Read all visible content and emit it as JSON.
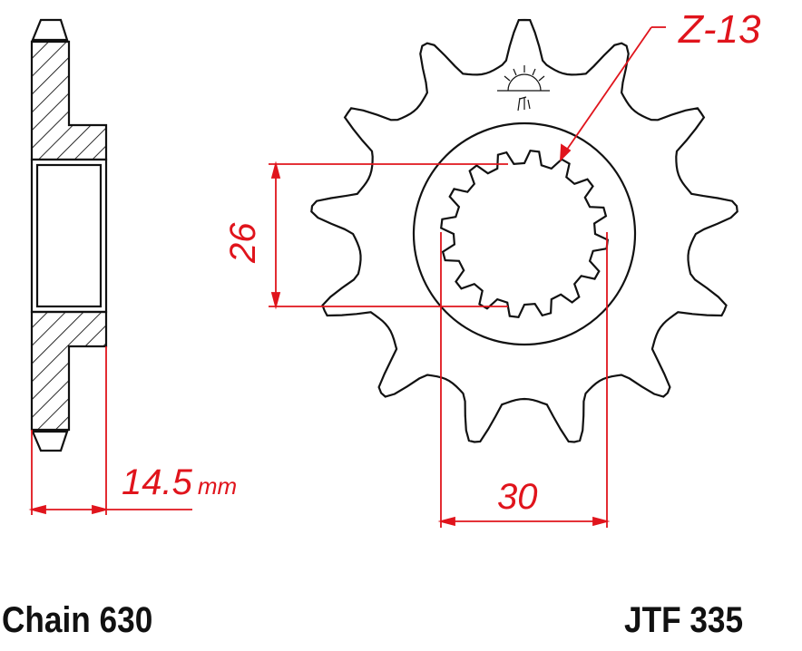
{
  "diagram": {
    "type": "technical drawing",
    "subject": "front sprocket",
    "colors": {
      "outline": "#111111",
      "dimension": "#e0141c",
      "background": "#ffffff"
    },
    "dimensions": {
      "teeth": "Z-13",
      "spline_inner": "26",
      "spline_outer": "30",
      "thickness_value": "14.5",
      "thickness_unit": "mm"
    },
    "footer": {
      "chain": "Chain 630",
      "part_number": "JTF 335"
    },
    "logo": "sun-logo-jt"
  }
}
